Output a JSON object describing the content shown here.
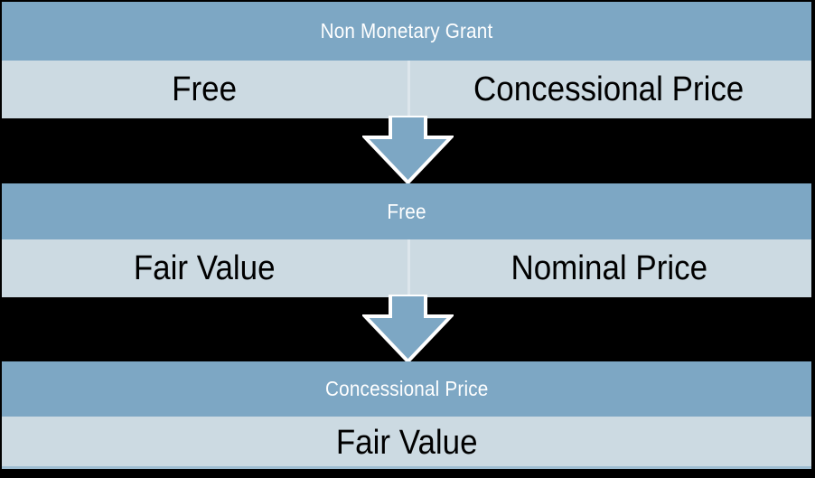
{
  "diagram": {
    "title": "Non Monetary Grant",
    "colors": {
      "header_fill": "#7da7c4",
      "body_fill": "#ccdae2",
      "background": "#000000",
      "header_text": "#ffffff",
      "body_text": "#000000",
      "arrow_fill": "#7da7c4",
      "arrow_outline": "#ffffff",
      "divider": "#dde6ec"
    },
    "blocks": [
      {
        "header": "Non Monetary Grant",
        "cells": [
          "Free",
          "Concessional Price"
        ]
      },
      {
        "header": "Free",
        "cells": [
          "Fair Value",
          "Nominal Price"
        ]
      },
      {
        "header": "Concessional Price",
        "cells": [
          "Fair Value"
        ]
      }
    ],
    "connectors": [
      {
        "type": "down-arrow",
        "from": "Non Monetary Grant",
        "to": "Free"
      },
      {
        "type": "down-arrow",
        "from": "Free",
        "to": "Concessional Price"
      }
    ]
  }
}
